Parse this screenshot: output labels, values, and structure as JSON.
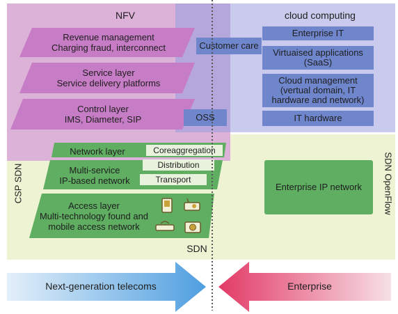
{
  "regions": {
    "nfv_title": "NFV",
    "cloud_title": "cloud computing",
    "sdn_title": "SDN",
    "csp_sdn": "CSP SDN",
    "sdn_openflow": "SDN OpenFlow"
  },
  "nfv_layers": [
    {
      "line1": "Revenue management",
      "line2": "Charging fraud, interconnect"
    },
    {
      "line1": "Service layer",
      "line2": "Service delivery platforms"
    },
    {
      "line1": "Control layer",
      "line2": "IMS, Diameter, SIP"
    }
  ],
  "shared_boxes": {
    "customer_care": "Customer care",
    "oss": "OSS"
  },
  "cloud_boxes": {
    "enterprise_it": "Enterprise IT",
    "virtualised_line1": "Virtuaised applications",
    "virtualised_line2": "(SaaS)",
    "cloud_mgmt_line1": "Cloud management",
    "cloud_mgmt_line2": "(vertual domain, IT",
    "cloud_mgmt_line3": "hardware and network)",
    "it_hardware": "IT hardware"
  },
  "sdn_layers": {
    "network_layer": "Network layer",
    "multi_service_line1": "Multi-service",
    "multi_service_line2": "IP-based network",
    "coreaggregation": "Coreaggregation",
    "distribution": "Distribution",
    "transport": "Transport",
    "access_line1": "Access layer",
    "access_line2": "Multi-technology found and",
    "access_line3": "mobile access network",
    "enterprise_ip": "Enterprise IP network"
  },
  "arrows": {
    "left": "Next-generation telecoms",
    "right": "Enterprise"
  },
  "colors": {
    "nfv_region": "#d9b0d6",
    "cloud_region": "#c9c9ee",
    "overlap": "#b9a9dc",
    "sdn_region": "#eef3d4",
    "magenta_layer": "#c77cc6",
    "blue_box": "#6f86cc",
    "green_layer": "#5fae62",
    "blue_arrow": "#5aa7e3",
    "red_arrow": "#e4406a"
  },
  "icons": [
    "phone-icon",
    "router-icon",
    "modem-icon",
    "camera-icon"
  ]
}
